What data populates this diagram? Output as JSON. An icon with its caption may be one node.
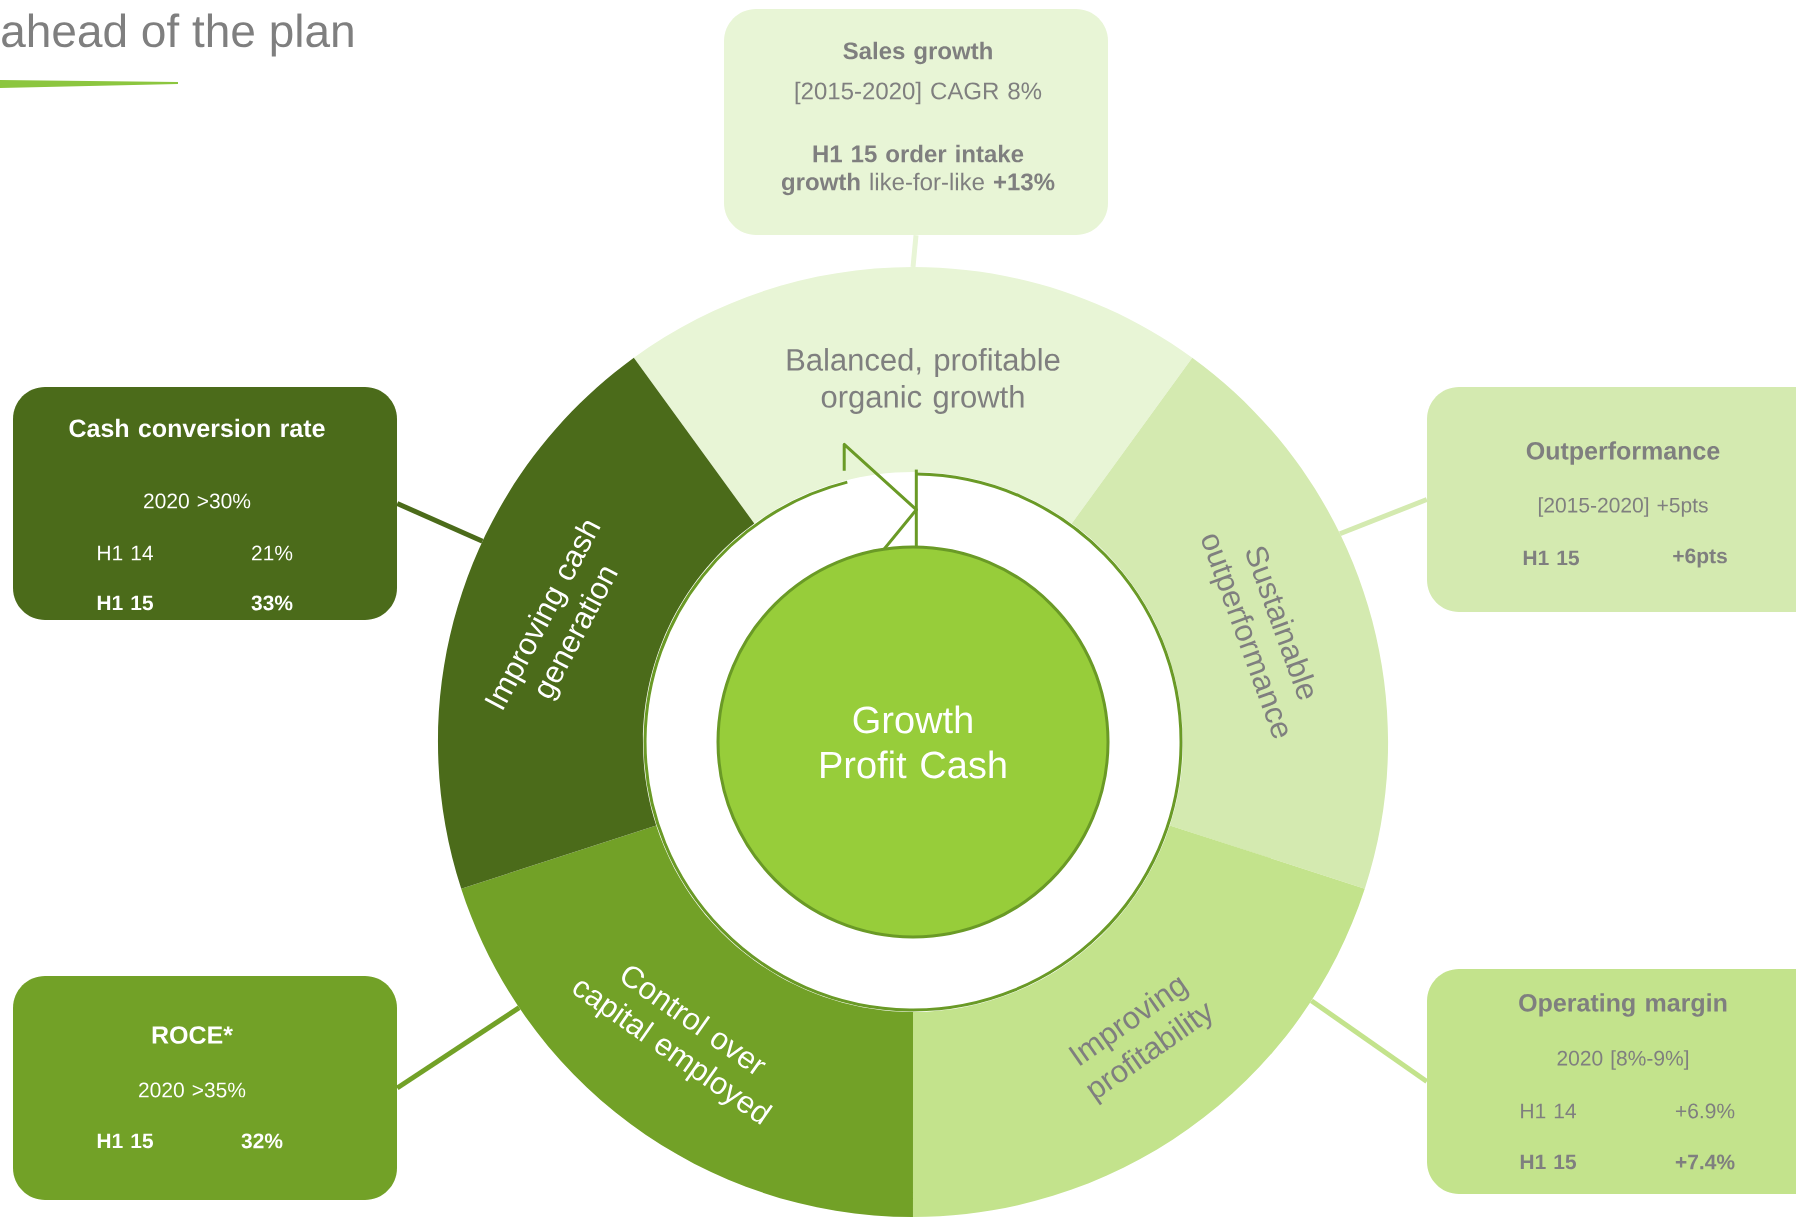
{
  "diagram": {
    "title": "ahead of the plan",
    "nodes": [
      {
        "text": [
          "Sales growth",
          "[2015-2020] CAGR 8%",
          "**H1 15 order intake growth** like-for-like **+13%**"
        ]
      },
      {
        "text": [
          "Balanced, profitable organic growth"
        ]
      },
      {
        "text": [
          "Sustainable outperformance"
        ]
      },
      {
        "text": [
          "Improving profitability"
        ]
      },
      {
        "text": [
          "Control over capital employed"
        ]
      },
      {
        "text": [
          "Improving cash generation"
        ]
      },
      {
        "text": [
          "Growth Profit Cash"
        ]
      },
      {
        "text": [
          "Cash conversion rate",
          "2020 >30%",
          "H1 14",
          "21%",
          "H1 15",
          "33%"
        ]
      },
      {
        "text": [
          "Outperformance",
          "[2015-2020] +5pts",
          "H1 15",
          "+6pts"
        ]
      },
      {
        "text": [
          "ROCE*",
          "2020 >35%",
          "H1 15",
          "32%"
        ]
      },
      {
        "text": [
          "Operating margin",
          "2020 [8%-9%]",
          "H1 14",
          "+6.9%",
          "H1 15",
          "+7.4%"
        ]
      }
    ],
    "edges": [
      {
        "from": 0,
        "to": 1,
        "arrow": "none",
        "color": "#e8f5d6"
      },
      {
        "from": 7,
        "to": 5,
        "arrow": "none",
        "color": "#4b6b1a"
      },
      {
        "from": 8,
        "to": 2,
        "arrow": "none",
        "color": "#d4eab0"
      },
      {
        "from": 9,
        "to": 4,
        "arrow": "none",
        "color": "#72a127"
      },
      {
        "from": 10,
        "to": 3,
        "arrow": "none",
        "color": "#c3e38c"
      }
    ]
  }
}
